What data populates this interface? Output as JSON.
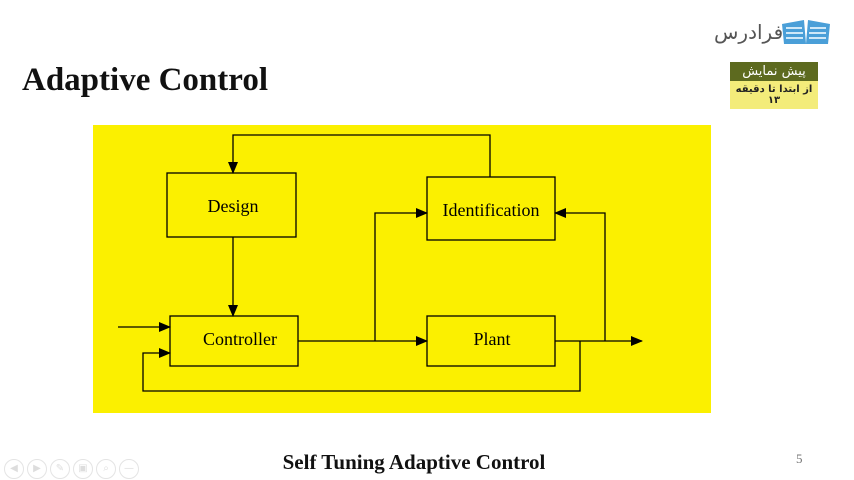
{
  "slide": {
    "title": "Adaptive Control",
    "caption": "Self Tuning Adaptive Control",
    "page_number": "5"
  },
  "logo": {
    "text": "فرادرس",
    "badge_top": "پیش نمایش",
    "badge_bottom": "از ابتدا تا دقیقه ۱۳"
  },
  "diagram": {
    "blocks": {
      "design": "Design",
      "identification": "Identification",
      "controller": "Controller",
      "plant": "Plant"
    },
    "background": "#fbf000"
  },
  "controls": [
    "previous-icon",
    "next-icon",
    "pen-icon",
    "slides-icon",
    "zoom-icon",
    "more-icon"
  ]
}
